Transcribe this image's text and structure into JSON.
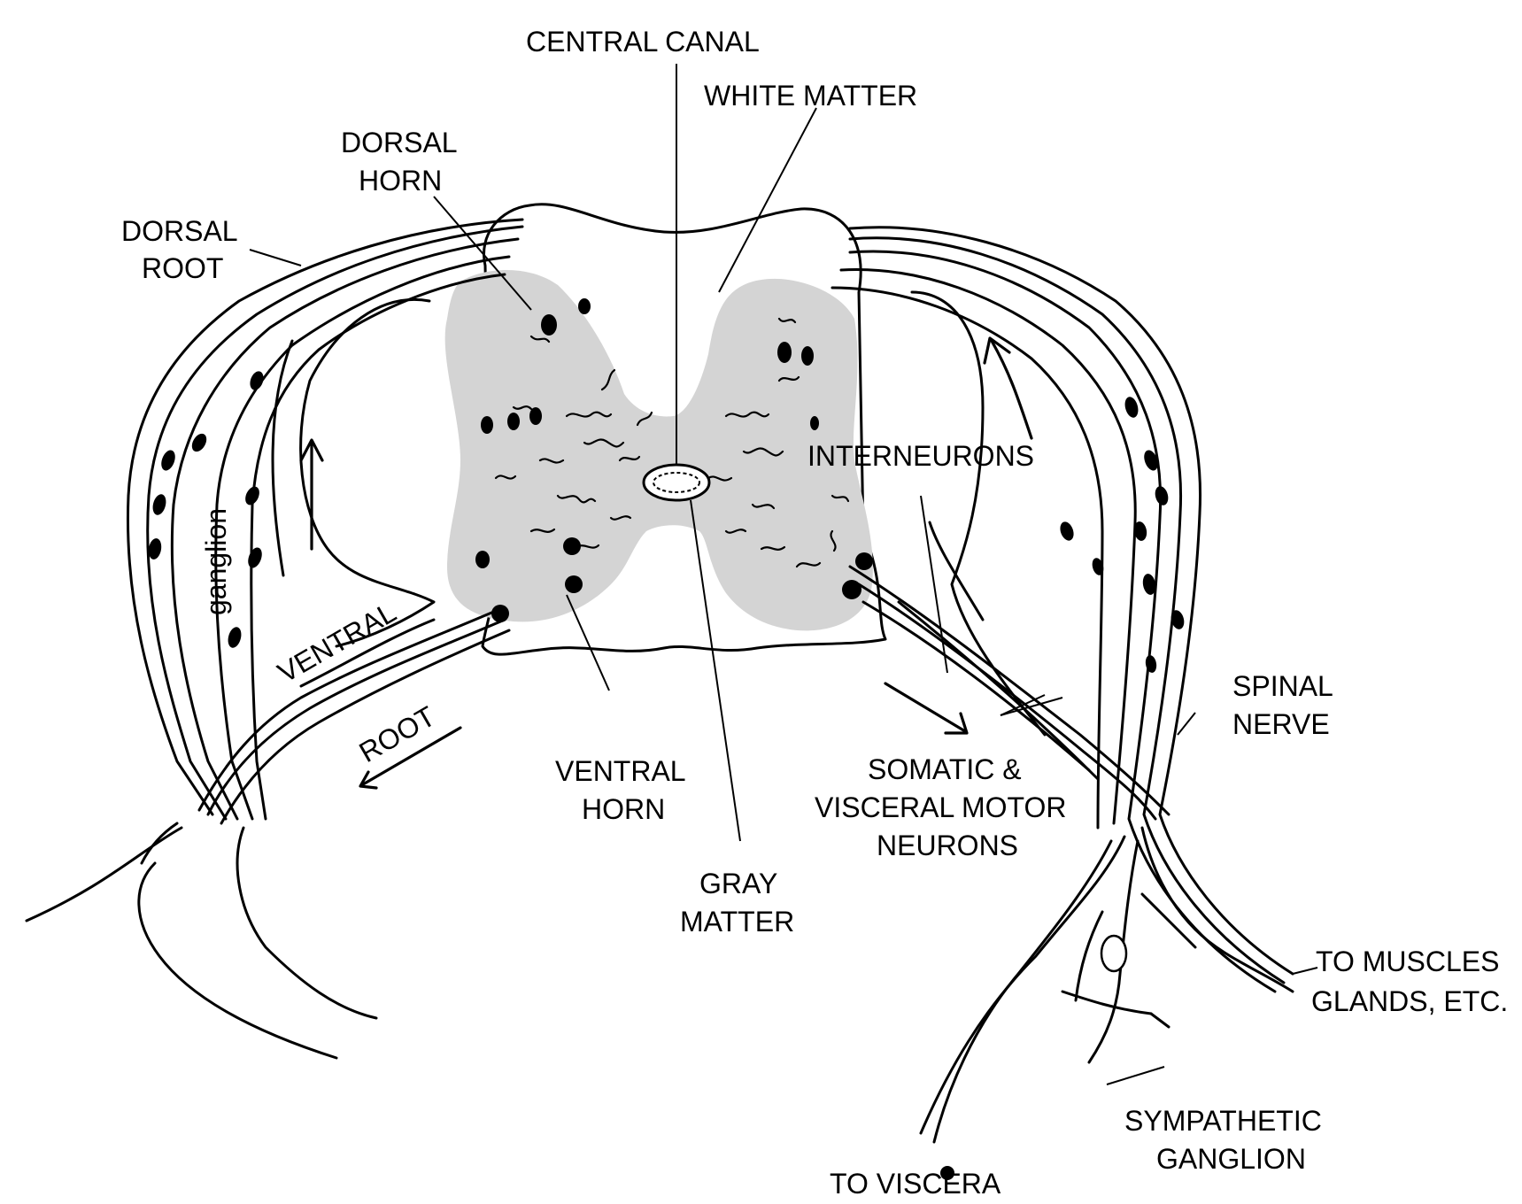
{
  "labels": {
    "central_canal": "CENTRAL CANAL",
    "white_matter": "WHITE MATTER",
    "dorsal_horn_1": "DORSAL",
    "dorsal_horn_2": "HORN",
    "dorsal_root_1": "DORSAL",
    "dorsal_root_2": "ROOT",
    "ganglion": "ganglion",
    "ventral": "VENTRAL",
    "root": "ROOT",
    "interneurons": "INTERNEURONS",
    "ventral_horn_1": "VENTRAL",
    "ventral_horn_2": "HORN",
    "gray_matter_1": "GRAY",
    "gray_matter_2": "MATTER",
    "motor_1": "SOMATIC &",
    "motor_2": "VISCERAL MOTOR",
    "motor_3": "NEURONS",
    "spinal_nerve_1": "SPINAL",
    "spinal_nerve_2": "NERVE",
    "muscles_1": "TO MUSCLES",
    "muscles_2": "GLANDS, ETC.",
    "sympathetic_1": "SYMPATHETIC",
    "sympathetic_2": "GANGLION",
    "viscera": "TO VISCERA"
  }
}
